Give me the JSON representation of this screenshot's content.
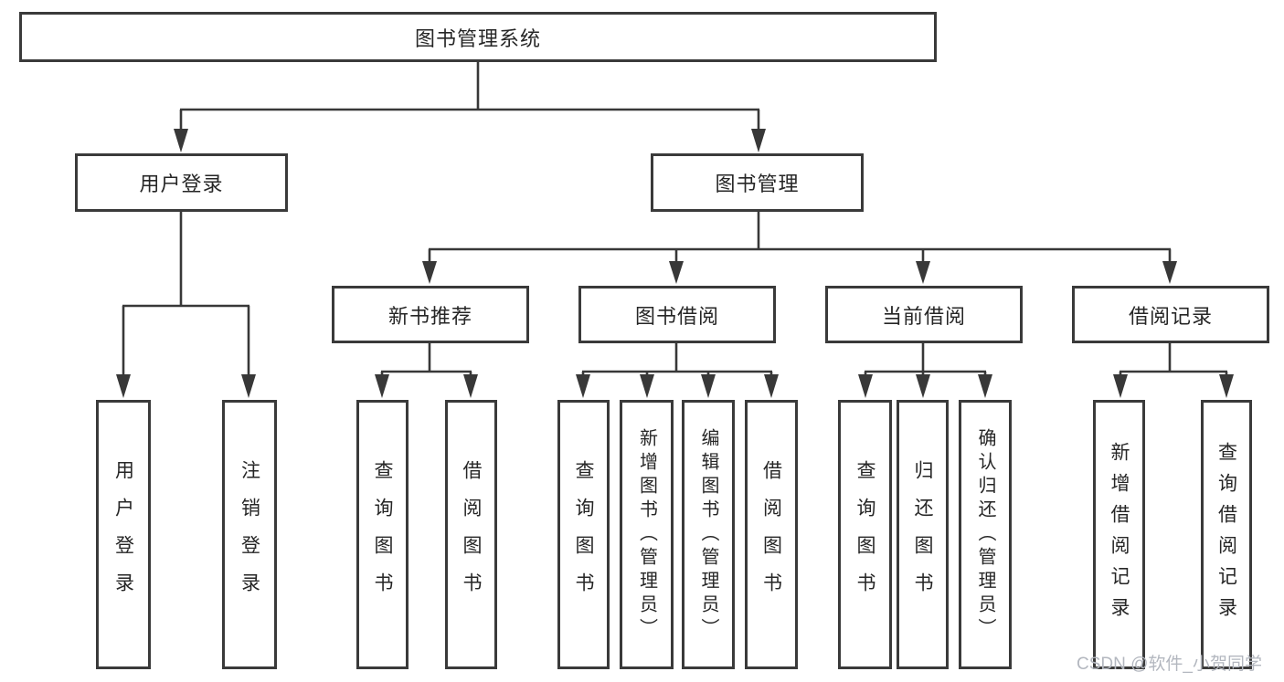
{
  "diagram_title": "图书管理系统",
  "tree": {
    "label": "图书管理系统",
    "children": [
      {
        "label": "用户登录",
        "children": [
          {
            "label": "用户登录"
          },
          {
            "label": "注销登录"
          }
        ]
      },
      {
        "label": "图书管理",
        "children": [
          {
            "label": "新书推荐",
            "children": [
              {
                "label": "查询图书"
              },
              {
                "label": "借阅图书"
              }
            ]
          },
          {
            "label": "图书借阅",
            "children": [
              {
                "label": "查询图书"
              },
              {
                "label": "新增图书（管理员）"
              },
              {
                "label": "编辑图书（管理员）"
              },
              {
                "label": "借阅图书"
              }
            ]
          },
          {
            "label": "当前借阅",
            "children": [
              {
                "label": "查询图书"
              },
              {
                "label": "归还图书"
              },
              {
                "label": "确认归还（管理员）"
              }
            ]
          },
          {
            "label": "借阅记录",
            "children": [
              {
                "label": "新增借阅记录"
              },
              {
                "label": "查询借阅记录"
              }
            ]
          }
        ]
      }
    ]
  },
  "watermark": {
    "text": "CSDN @软件_小贺同学"
  },
  "colors": {
    "line": "#383838",
    "box_border": "#3a3a3a",
    "text": "#262626",
    "watermark": "#b3b7bf",
    "background": "#ffffff"
  }
}
